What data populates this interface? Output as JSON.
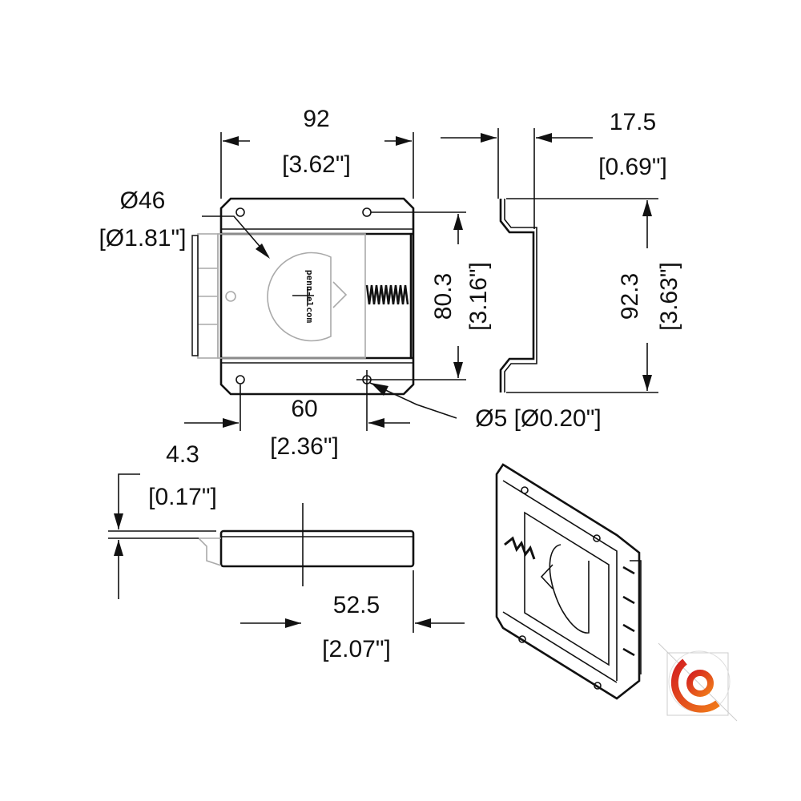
{
  "labels": {
    "width_mm": "92",
    "width_in": "[3.62\"]",
    "depth_mm": "17.5",
    "depth_in": "[0.69\"]",
    "bolt_dia_mm": "Ø46",
    "bolt_dia_in": "[Ø1.81\"]",
    "hole_spacing_v_mm": "80.3",
    "hole_spacing_v_in": "[3.16\"]",
    "height_mm": "92.3",
    "height_in": "[3.63\"]",
    "hole_spacing_h_mm": "60",
    "hole_spacing_h_in": "[2.36\"]",
    "hole_dia": "Ø5 [Ø0.20\"]",
    "throw_mm": "4.3",
    "throw_in": "[0.17\"]",
    "bolt_len_mm": "52.5",
    "bolt_len_in": "[2.07\"]"
  },
  "engraving": "penn-elcom",
  "colors": {
    "line": "#111111",
    "ghost": "#aaaaaa",
    "logo_start": "#d42020",
    "logo_end": "#f07a1a"
  }
}
